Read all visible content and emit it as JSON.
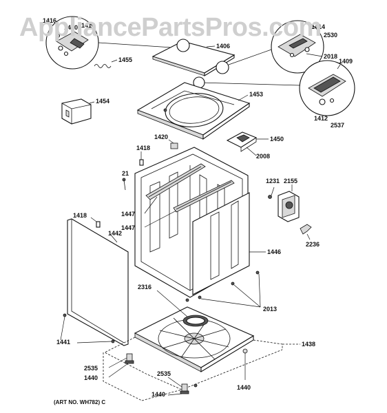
{
  "watermark": "AppliancePartsPros.com",
  "art_number": "(ART NO. WH782) C",
  "callouts": {
    "c1406": "1406",
    "c1455": "1455",
    "c1453": "1453",
    "c1454": "1454",
    "c1450": "1450",
    "c2008": "2008",
    "c1420": "1420",
    "c1418a": "1418",
    "c21": "21",
    "c1447a": "1447",
    "c1447b": "1447",
    "c1231": "1231",
    "c2155": "2155",
    "c2236": "2236",
    "c1418b": "1418",
    "c1442": "1442",
    "c1446": "1446",
    "c2316": "2316",
    "c2013": "2013",
    "c1441": "1441",
    "c1438": "1438",
    "c2535a": "2535",
    "c1440a": "1440",
    "c2535b": "2535",
    "c1440b": "1440",
    "c1440c": "1440",
    "c2530": "2530",
    "c2018": "2018",
    "c1409": "1409",
    "c1412": "1412",
    "c2537": "2537",
    "c1414": "1414",
    "tl1": "1416",
    "tl2": "1450",
    "tl3": "1414"
  }
}
